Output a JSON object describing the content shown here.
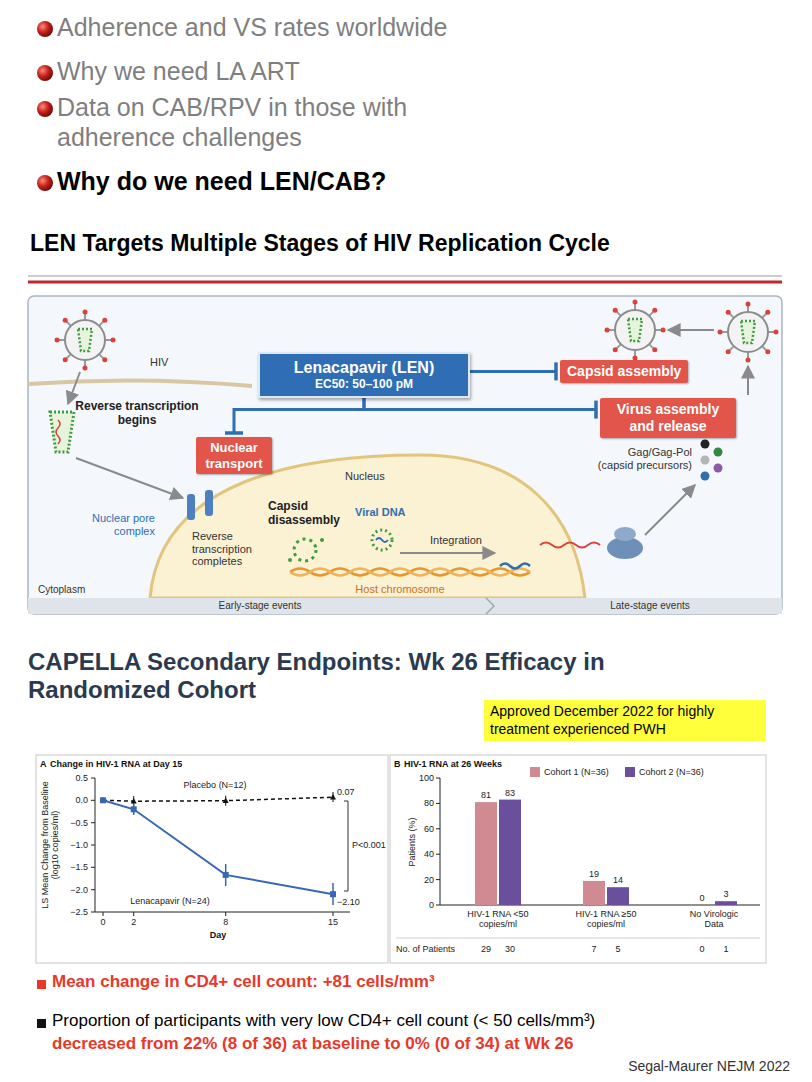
{
  "diagram": {
    "title": "LEN Targets Multiple Stages of HIV Replication Cycle",
    "nodes": [
      {
        "text": [
          "Lenacapavir (LEN)",
          "EC50: 50–100 pM"
        ]
      },
      {
        "text": [
          "Capsid assembly"
        ]
      },
      {
        "text": [
          "Virus assembly and release"
        ]
      },
      {
        "text": [
          "Nuclear transport"
        ]
      },
      {
        "text": [
          "Approved December 2022 for highly treatment experienced PWH"
        ]
      }
    ],
    "edges": [
      {
        "from": 0,
        "to": 1,
        "arrow": "to"
      },
      {
        "from": 0,
        "to": 2,
        "arrow": "to"
      },
      {
        "from": 0,
        "to": 3,
        "arrow": "to"
      }
    ],
    "labels": [
      "Adherence and VS rates worldwide",
      "Why we need LA ART",
      "Data on CAB/RPV in those with adherence challenges",
      "Why do we need LEN/CAB?",
      "HIV",
      "Reverse transcription begins",
      "Nuclear pore complex",
      "Reverse transcription completes",
      "Cytoplasm",
      "Nucleus",
      "Capsid disassembly",
      "Viral DNA",
      "Integration",
      "Host chromosome",
      "Gag/Gag-Pol (capsid precursors)",
      "Early-stage events",
      "Late-stage events",
      "CAPELLA Secondary Endpoints: Wk 26 Efficacy in Randomized Cohort",
      "A",
      "Change in HIV-1 RNA at Day 15",
      "LS Mean Change from Baseline (log10 copies/ml)",
      "0.5",
      "0.0",
      "−0.5",
      "−1.0",
      "−1.5",
      "−2.0",
      "−2.5",
      "0",
      "2",
      "8",
      "15",
      "Day",
      "Placebo (N=12)",
      "Lenacapavir (N=24)",
      "0.07",
      "−2.10",
      "P<0.001",
      "B",
      "HIV-1 RNA at 26 Weeks",
      "Patients (%)",
      "100",
      "80",
      "60",
      "40",
      "20",
      "0",
      "81",
      "83",
      "19",
      "14",
      "0",
      "3",
      "HIV-1 RNA <50 copies/ml",
      "HIV-1 RNA ≥50 copies/ml",
      "No Virologic Data",
      "No. of Patients",
      "29",
      "30",
      "7",
      "5",
      "0",
      "1",
      "Mean change in CD4+ cell count: +81 cells/mm³",
      "Proportion of participants with very low CD4+ cell count (< 50 cells/mm³)",
      "decreased from 22% (8 of 36) at baseline to 0% (0 of 34) at Wk 26",
      "Segal-Maurer NEJM 2022"
    ],
    "legend": [
      {
        "text": "Cohort 1 (N=36)",
        "color": "#d08a92"
      },
      {
        "text": "Cohort 2 (N=36)",
        "color": "#6a4f9c"
      }
    ]
  }
}
